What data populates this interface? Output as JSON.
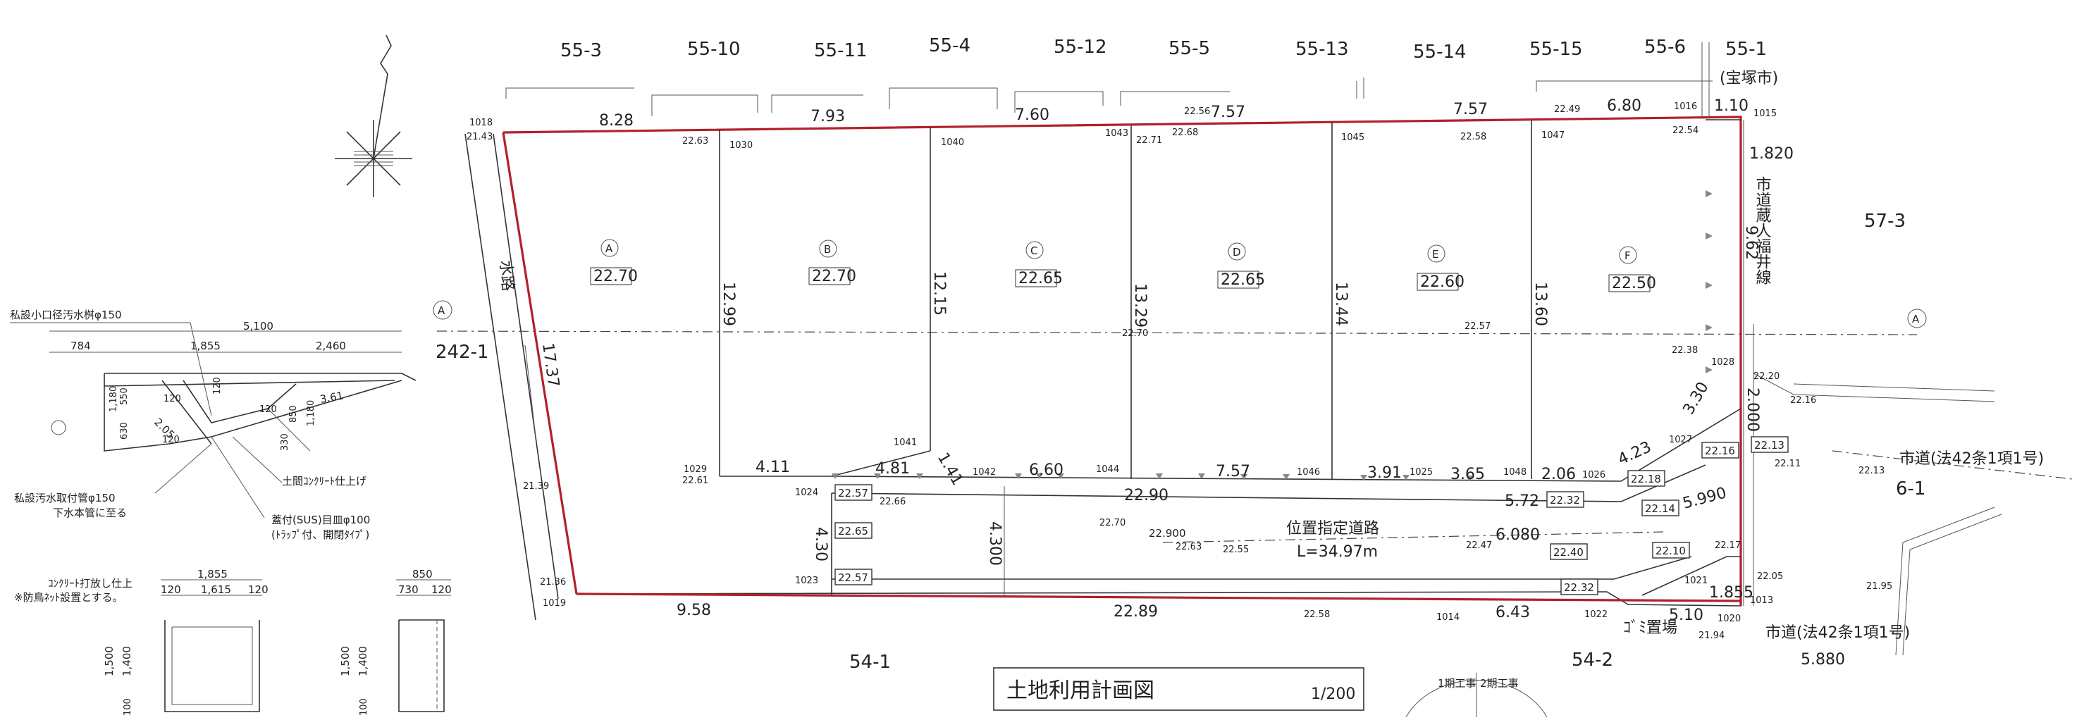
{
  "adjacent_lots_top": [
    "55-3",
    "55-10",
    "55-11",
    "55-4",
    "55-12",
    "55-5",
    "55-13",
    "55-14",
    "55-15",
    "55-6",
    "55-1"
  ],
  "lot_owner_note": "(宝塚市)",
  "adjacent_right": "57-3",
  "adjacent_left": "242-1",
  "adjacent_bottom": [
    "54-1",
    "54-2"
  ],
  "adjacent_right_lower": "6-1",
  "water_channel": "水路",
  "city_road_vertical": "市道蔵人福井線",
  "city_road_1": "市道(法42条1項1号)",
  "city_road_2": "市道(法42条1項1号)",
  "section_marker": "A",
  "plots": [
    {
      "mark": "A",
      "elevation": "22.70"
    },
    {
      "mark": "B",
      "elevation": "22.70"
    },
    {
      "mark": "C",
      "elevation": "22.65"
    },
    {
      "mark": "D",
      "elevation": "22.65"
    },
    {
      "mark": "E",
      "elevation": "22.60"
    },
    {
      "mark": "F",
      "elevation": "22.50"
    }
  ],
  "top_dimensions": [
    "8.28",
    "7.93",
    "7.60",
    "7.57",
    "7.57",
    "6.80",
    "1.10"
  ],
  "depth_dimensions": [
    "12.99",
    "12.15",
    "13.29",
    "13.44",
    "13.60",
    "9.62",
    "17.37"
  ],
  "bottom_plot_dimensions": [
    "4.11",
    "4.81",
    "1.41",
    "6.60",
    "7.57",
    "3.91",
    "3.65",
    "2.06",
    "4.23"
  ],
  "road_dimensions": [
    "22.90",
    "22.89",
    "9.58",
    "6.43",
    "5.72",
    "5.990",
    "6.080",
    "4.30",
    "4.300",
    "3.30",
    "2.000",
    "1.820",
    "5.880",
    "1.855",
    "5.10"
  ],
  "road_title": "位置指定道路",
  "road_length": "L=34.97m",
  "road_center_values": [
    "22.900"
  ],
  "road_boxed_elevations": [
    "22.57",
    "22.65",
    "22.57",
    "22.32",
    "22.18",
    "22.14",
    "22.40",
    "22.10",
    "22.32",
    "22.16",
    "22.13"
  ],
  "spot_elevations": [
    "22.63",
    "21.43",
    "22.61",
    "21.39",
    "21.36",
    "22.56",
    "22.71",
    "22.68",
    "22.58",
    "22.49",
    "22.54",
    "22.70",
    "22.57",
    "22.38",
    "22.66",
    "22.70",
    "22.63",
    "22.55",
    "22.47",
    "22.58",
    "22.20",
    "22.16",
    "22.11",
    "22.13",
    "22.17",
    "22.05",
    "21.94",
    "21.95"
  ],
  "point_numbers": [
    "1018",
    "1030",
    "1040",
    "1043",
    "1045",
    "1047",
    "1016",
    "1015",
    "1029",
    "1041",
    "1042",
    "1044",
    "1046",
    "1025",
    "1048",
    "1026",
    "1027",
    "1028",
    "1024",
    "1023",
    "1019",
    "1014",
    "1022",
    "1021",
    "1013",
    "1020"
  ],
  "title": "土地利用計画図",
  "scale": "1/200",
  "phase_label_1": "1期工事",
  "phase_label_2": "2期工事",
  "garbage_area": "ｺﾞﾐ置場",
  "detail": {
    "note_pipe_top": "私設小口径汚水桝φ150",
    "total_width": "5,100",
    "sub_widths": [
      "784",
      "1,855",
      "2,460"
    ],
    "heights": [
      "1,180",
      "550",
      "630",
      "120",
      "120",
      "120",
      "120",
      "850",
      "1,180",
      "330",
      "3.61",
      "2.05"
    ],
    "note_finish": "土間ｺﾝｸﾘｰﾄ仕上げ",
    "note_pipe_bottom_1": "私設汚水取付管φ150",
    "note_pipe_bottom_2": "下水本管に至る",
    "note_cover_1": "蓋付(SUS)目皿φ100",
    "note_cover_2": "(ﾄﾗｯﾌﾟ付、開閉ﾀｲﾌﾟ)",
    "bin_note_1": "ｺﾝｸﾘｰﾄ打放し仕上",
    "bin_note_2": "※防鳥ﾈｯﾄ設置とする。",
    "bin_front_width": "1,855",
    "bin_front_inner": [
      "120",
      "1,615",
      "120"
    ],
    "bin_side_width": "850",
    "bin_side_inner": [
      "730",
      "120"
    ],
    "bin_heights": [
      "1,500",
      "1,400"
    ],
    "bin_base": "100"
  }
}
